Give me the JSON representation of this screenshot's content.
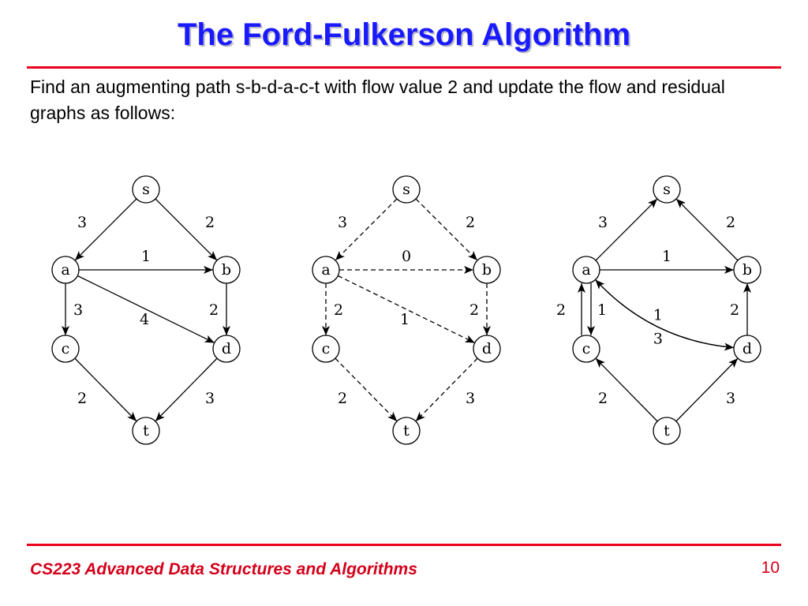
{
  "slide": {
    "title": "The Ford-Fulkerson Algorithm",
    "description": "Find an augmenting path s-b-d-a-c-t with flow value 2 and update the flow and residual graphs as follows:",
    "footer": "CS223 Advanced Data Structures and Algorithms",
    "page_number": "10"
  },
  "colors": {
    "title": "#1a1aff",
    "rule": "#e8001c",
    "footer": "#d4001a"
  },
  "graphs": [
    {
      "id": "original",
      "style": "solid",
      "nodes": [
        "s",
        "a",
        "b",
        "c",
        "d",
        "t"
      ],
      "edges": [
        {
          "from": "s",
          "to": "a",
          "label": "3"
        },
        {
          "from": "s",
          "to": "b",
          "label": "2"
        },
        {
          "from": "a",
          "to": "b",
          "label": "1"
        },
        {
          "from": "a",
          "to": "c",
          "label": "3"
        },
        {
          "from": "a",
          "to": "d",
          "label": "4"
        },
        {
          "from": "b",
          "to": "d",
          "label": "2"
        },
        {
          "from": "c",
          "to": "t",
          "label": "2"
        },
        {
          "from": "d",
          "to": "t",
          "label": "3"
        }
      ]
    },
    {
      "id": "flow",
      "style": "dashed",
      "nodes": [
        "s",
        "a",
        "b",
        "c",
        "d",
        "t"
      ],
      "edges": [
        {
          "from": "s",
          "to": "a",
          "label": "3"
        },
        {
          "from": "s",
          "to": "b",
          "label": "2"
        },
        {
          "from": "a",
          "to": "b",
          "label": "0"
        },
        {
          "from": "a",
          "to": "c",
          "label": "2"
        },
        {
          "from": "a",
          "to": "d",
          "label": "1"
        },
        {
          "from": "b",
          "to": "d",
          "label": "2"
        },
        {
          "from": "c",
          "to": "t",
          "label": "2"
        },
        {
          "from": "d",
          "to": "t",
          "label": "3"
        }
      ]
    },
    {
      "id": "residual",
      "style": "solid",
      "nodes": [
        "s",
        "a",
        "b",
        "c",
        "d",
        "t"
      ],
      "edges": [
        {
          "from": "a",
          "to": "s",
          "label": "3"
        },
        {
          "from": "b",
          "to": "s",
          "label": "2"
        },
        {
          "from": "a",
          "to": "b",
          "label": "1"
        },
        {
          "from": "c",
          "to": "a",
          "label": "2"
        },
        {
          "from": "a",
          "to": "c",
          "label": "1"
        },
        {
          "from": "d",
          "to": "a",
          "label": "1"
        },
        {
          "from": "a",
          "to": "d",
          "label": "3"
        },
        {
          "from": "d",
          "to": "b",
          "label": "2"
        },
        {
          "from": "t",
          "to": "c",
          "label": "2"
        },
        {
          "from": "t",
          "to": "d",
          "label": "3"
        }
      ]
    }
  ]
}
